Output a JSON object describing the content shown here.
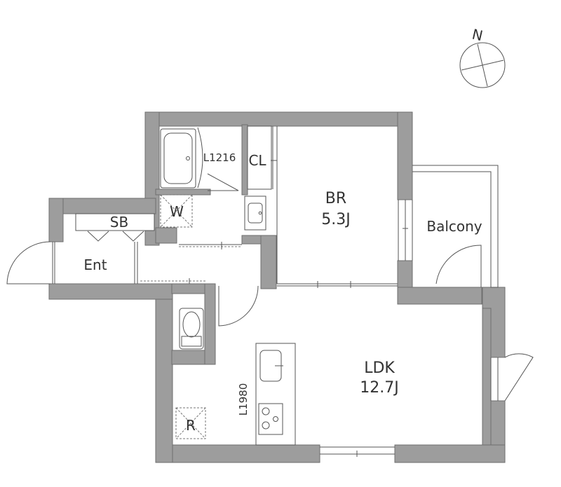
{
  "compass": {
    "north_label": "N"
  },
  "rooms": {
    "bedroom": {
      "name": "BR",
      "size": "5.3J"
    },
    "ldk": {
      "name": "LDK",
      "size": "12.7J"
    },
    "balcony": {
      "name": "Balcony"
    },
    "entrance": {
      "name": "Ent"
    },
    "shoe_box": {
      "name": "SB"
    },
    "closet": {
      "name": "CL"
    },
    "bath": {
      "name": "L1216"
    },
    "washer": {
      "name": "W"
    },
    "refrigerator": {
      "name": "R"
    },
    "kitchen": {
      "name": "L1980"
    }
  }
}
